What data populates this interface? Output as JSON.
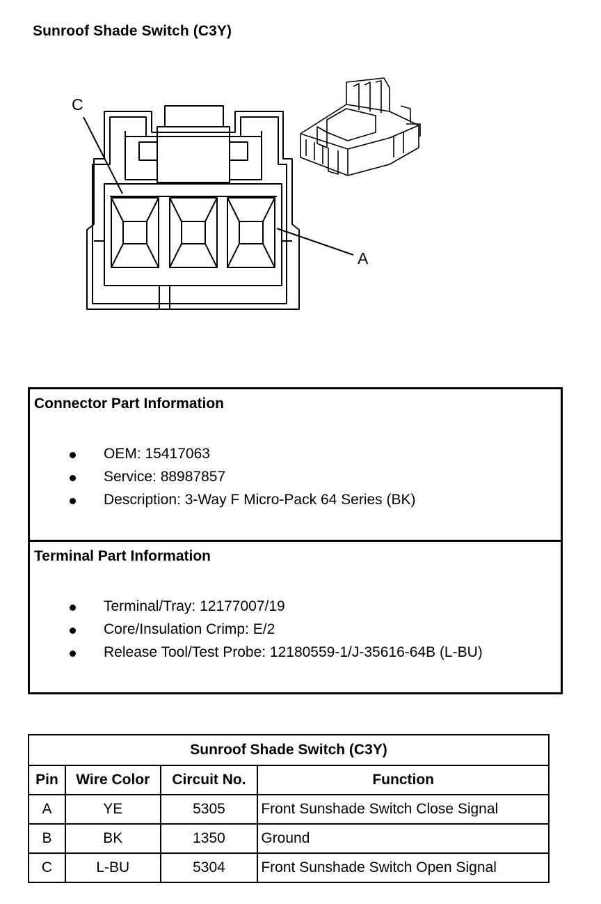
{
  "page": {
    "title": "Sunroof Shade Switch (C3Y)"
  },
  "figure": {
    "callouts": {
      "c": "C",
      "a": "A"
    }
  },
  "info_box": {
    "connector": {
      "title": "Connector Part Information",
      "items": [
        "OEM: 15417063",
        "Service: 88987857",
        "Description: 3-Way F Micro-Pack 64 Series (BK)"
      ]
    },
    "terminal": {
      "title": "Terminal Part Information",
      "items": [
        "Terminal/Tray: 12177007/19",
        "Core/Insulation Crimp: E/2",
        "Release Tool/Test Probe: 12180559-1/J-35616-64B (L-BU)"
      ]
    }
  },
  "pin_table": {
    "caption": "Sunroof Shade Switch (C3Y)",
    "headers": [
      "Pin",
      "Wire Color",
      "Circuit No.",
      "Function"
    ],
    "rows": [
      [
        "A",
        "YE",
        "5305",
        "Front Sunshade Switch Close Signal"
      ],
      [
        "B",
        "BK",
        "1350",
        "Ground"
      ],
      [
        "C",
        "L-BU",
        "5304",
        "Front Sunshade Switch Open Signal"
      ]
    ]
  }
}
